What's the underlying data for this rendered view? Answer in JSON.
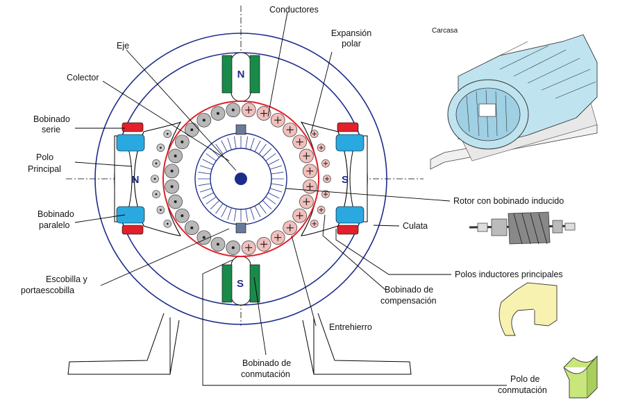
{
  "labels": {
    "conductores": "Conductores",
    "expansion_polar_1": "Expansión",
    "expansion_polar_2": "polar",
    "eje": "Eje",
    "colector": "Colector",
    "bobinado_serie_1": "Bobinado",
    "bobinado_serie_2": "serie",
    "polo_principal_1": "Polo",
    "polo_principal_2": "Principal",
    "bobinado_paralelo_1": "Bobinado",
    "bobinado_paralelo_2": "paralelo",
    "escobilla_1": "Escobilla y",
    "escobilla_2": "portaescobilla",
    "rotor": "Rotor con bobinado inducido",
    "culata": "Culata",
    "polos_inductores": "Polos inductores principales",
    "compensacion_1": "Bobinado de",
    "compensacion_2": "compensación",
    "entrehierro": "Entrehierro",
    "conmutacion_1": "Bobinado de",
    "conmutacion_2": "conmutación",
    "polo_conmutacion_1": "Polo de",
    "polo_conmutacion_2": "conmutación",
    "carcasa": "Carcasa"
  },
  "pole_letters": {
    "top": "N",
    "bottom": "S",
    "left": "N",
    "right": "S"
  },
  "colors": {
    "frame": "#1c2c8a",
    "rotor_ring": "#e0202a",
    "coil_green": "#1a8a4a",
    "coil_blue": "#2aa8e0",
    "coil_red": "#e0202a",
    "conductor_gray": "#b8b8b8",
    "conductor_pink": "#f0c0bc",
    "motor_body": "#bfe4f0",
    "pole_yellow": "#f7f2b0",
    "pole_green": "#c8e67c"
  }
}
